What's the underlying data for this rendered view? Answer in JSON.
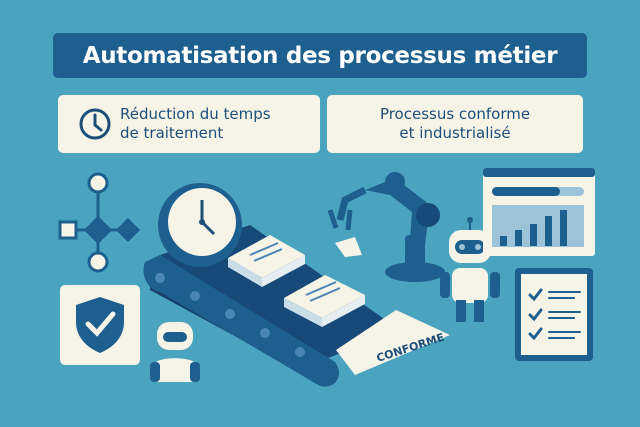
{
  "title": "Automatisation des processus métier",
  "cards": [
    {
      "icon": "clock-icon",
      "line1": "Réduction du temps",
      "line2": "de traitement"
    },
    {
      "line1": "Processus conforme",
      "line2": "et industrialisé"
    }
  ],
  "stamp_text": "CONFORME",
  "colors": {
    "background": "#4aa4c0",
    "dark_blue": "#1d5f8e",
    "cream": "#f6f3e7"
  }
}
